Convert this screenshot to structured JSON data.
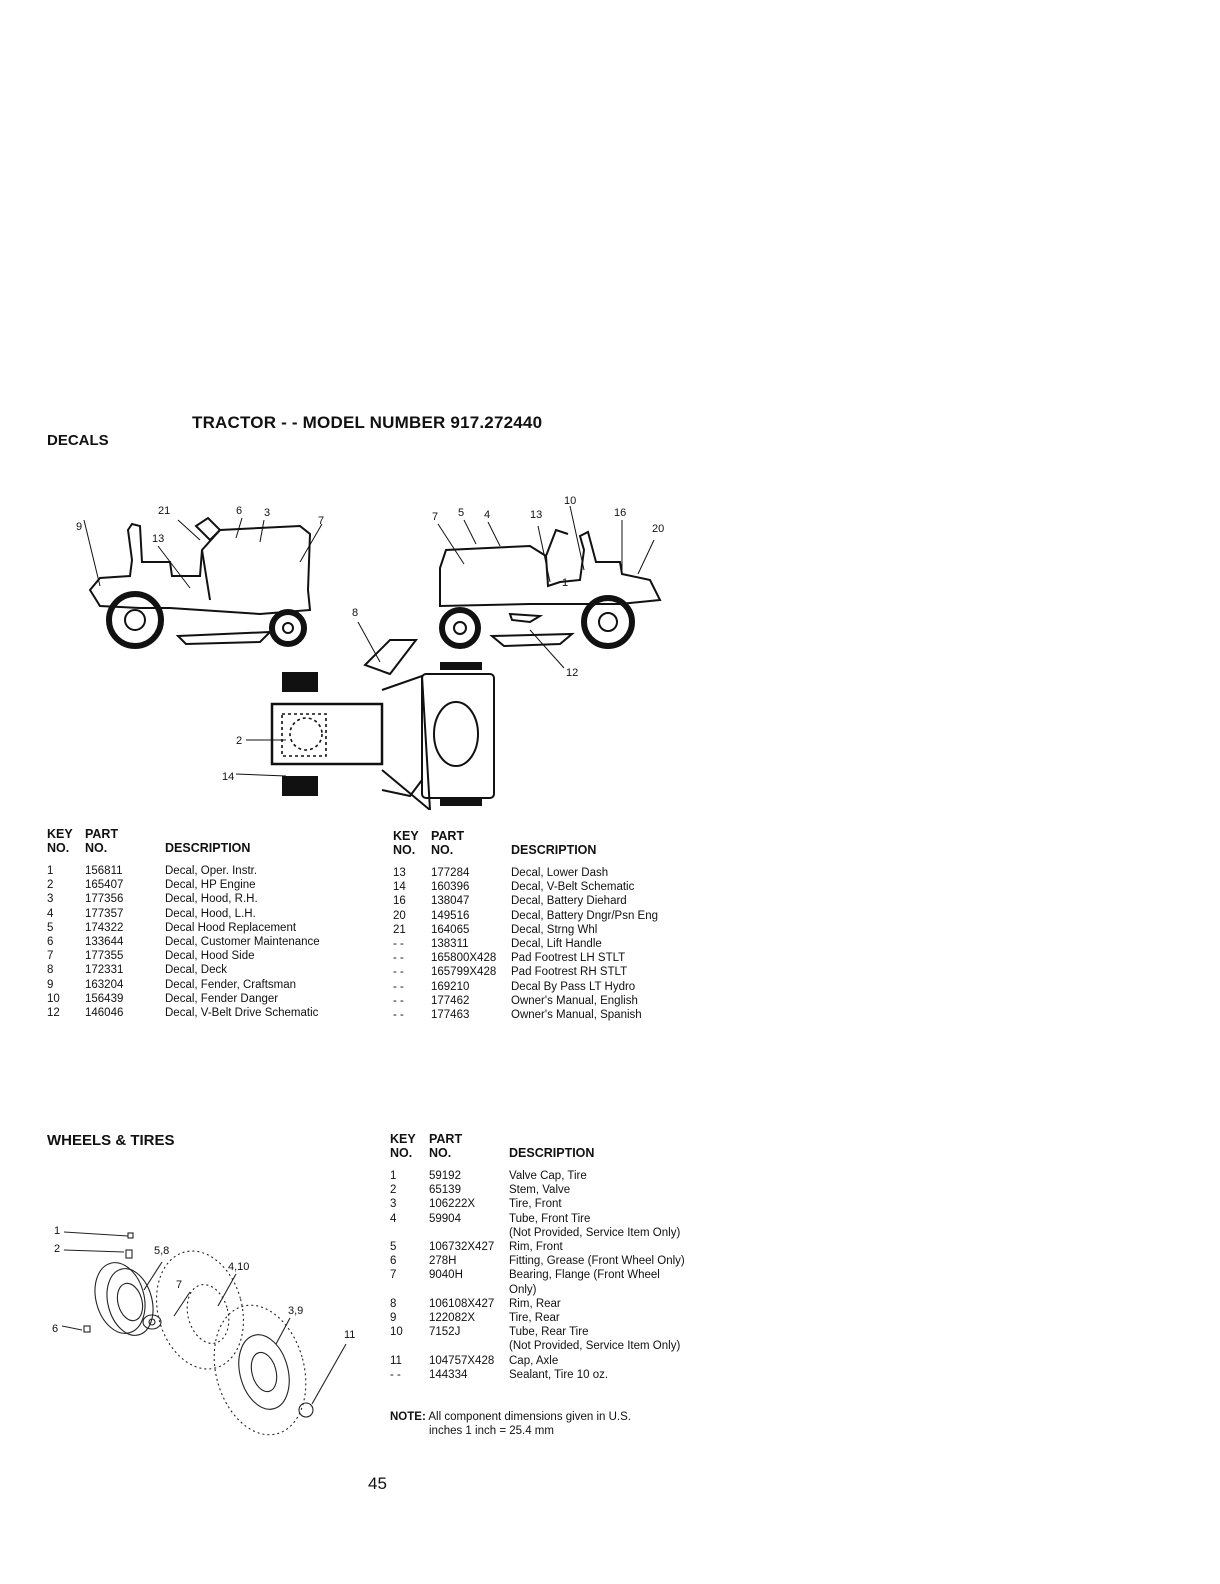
{
  "header": {
    "title": "TRACTOR - - MODEL NUMBER 917.272440"
  },
  "decals": {
    "section_title": "DECALS",
    "diagram_labels": [
      "21",
      "6",
      "3",
      "7",
      "9",
      "13",
      "7",
      "5",
      "4",
      "13",
      "10",
      "16",
      "20",
      "1",
      "8",
      "12",
      "2",
      "14"
    ],
    "columns": {
      "key_line1": "KEY",
      "key_line2": "NO.",
      "part_line1": "PART",
      "part_line2": "NO.",
      "description": "DESCRIPTION"
    },
    "left_rows": [
      {
        "key": "1",
        "part": "156811",
        "description": "Decal, Oper. Instr."
      },
      {
        "key": "2",
        "part": "165407",
        "description": "Decal, HP Engine"
      },
      {
        "key": "3",
        "part": "177356",
        "description": "Decal, Hood, R.H."
      },
      {
        "key": "4",
        "part": "177357",
        "description": "Decal, Hood, L.H."
      },
      {
        "key": "5",
        "part": "174322",
        "description": "Decal Hood Replacement"
      },
      {
        "key": "6",
        "part": "133644",
        "description": "Decal, Customer Maintenance"
      },
      {
        "key": "7",
        "part": "177355",
        "description": "Decal, Hood Side"
      },
      {
        "key": "8",
        "part": "172331",
        "description": "Decal, Deck"
      },
      {
        "key": "9",
        "part": "163204",
        "description": "Decal, Fender, Craftsman"
      },
      {
        "key": "10",
        "part": "156439",
        "description": "Decal, Fender Danger"
      },
      {
        "key": "12",
        "part": "146046",
        "description": "Decal, V-Belt Drive Schematic"
      }
    ],
    "right_rows": [
      {
        "key": "13",
        "part": "177284",
        "description": "Decal, Lower Dash"
      },
      {
        "key": "14",
        "part": "160396",
        "description": "Decal, V-Belt Schematic"
      },
      {
        "key": "16",
        "part": "138047",
        "description": "Decal, Battery Diehard"
      },
      {
        "key": "20",
        "part": "149516",
        "description": "Decal, Battery Dngr/Psn Eng"
      },
      {
        "key": "21",
        "part": "164065",
        "description": "Decal, Strng Whl"
      },
      {
        "key": "- -",
        "part": "138311",
        "description": "Decal, Lift Handle"
      },
      {
        "key": "- -",
        "part": "165800X428",
        "description": "Pad Footrest LH STLT"
      },
      {
        "key": "- -",
        "part": "165799X428",
        "description": "Pad Footrest RH STLT"
      },
      {
        "key": "- -",
        "part": "169210",
        "description": "Decal By Pass LT Hydro"
      },
      {
        "key": "- -",
        "part": "177462",
        "description": "Owner's Manual, English"
      },
      {
        "key": "- -",
        "part": "177463",
        "description": "Owner's Manual, Spanish"
      }
    ]
  },
  "wheels": {
    "section_title": "WHEELS & TIRES",
    "diagram_labels": [
      "1",
      "2",
      "5,8",
      "4,10",
      "7",
      "6",
      "3,9",
      "11"
    ],
    "columns": {
      "key_line1": "KEY",
      "key_line2": "NO.",
      "part_line1": "PART",
      "part_line2": "NO.",
      "description": "DESCRIPTION"
    },
    "rows": [
      {
        "key": "1",
        "part": "59192",
        "description": "Valve Cap, Tire"
      },
      {
        "key": "2",
        "part": "65139",
        "description": "Stem, Valve"
      },
      {
        "key": "3",
        "part": "106222X",
        "description": "Tire, Front"
      },
      {
        "key": "4",
        "part": "59904",
        "description": "Tube, Front Tire"
      },
      {
        "key": "",
        "part": "",
        "description": "(Not Provided, Service Item Only)"
      },
      {
        "key": "5",
        "part": "106732X427",
        "description": "Rim, Front"
      },
      {
        "key": "6",
        "part": "278H",
        "description": "Fitting, Grease (Front Wheel Only)"
      },
      {
        "key": "7",
        "part": "9040H",
        "description": "Bearing, Flange (Front Wheel"
      },
      {
        "key": "",
        "part": "",
        "description": "Only)"
      },
      {
        "key": "8",
        "part": "106108X427",
        "description": "Rim, Rear"
      },
      {
        "key": "9",
        "part": "122082X",
        "description": "Tire, Rear"
      },
      {
        "key": "10",
        "part": "7152J",
        "description": "Tube, Rear Tire"
      },
      {
        "key": "",
        "part": "",
        "description": "(Not Provided, Service Item Only)"
      },
      {
        "key": "11",
        "part": "104757X428",
        "description": "Cap, Axle"
      },
      {
        "key": "- -",
        "part": "144334",
        "description": "Sealant, Tire 10 oz."
      }
    ],
    "note": {
      "label": "NOTE:",
      "line1": "All component dimensions given in U.S.",
      "line2": "inches 1 inch = 25.4 mm"
    }
  },
  "footer": {
    "page_number": "45"
  }
}
